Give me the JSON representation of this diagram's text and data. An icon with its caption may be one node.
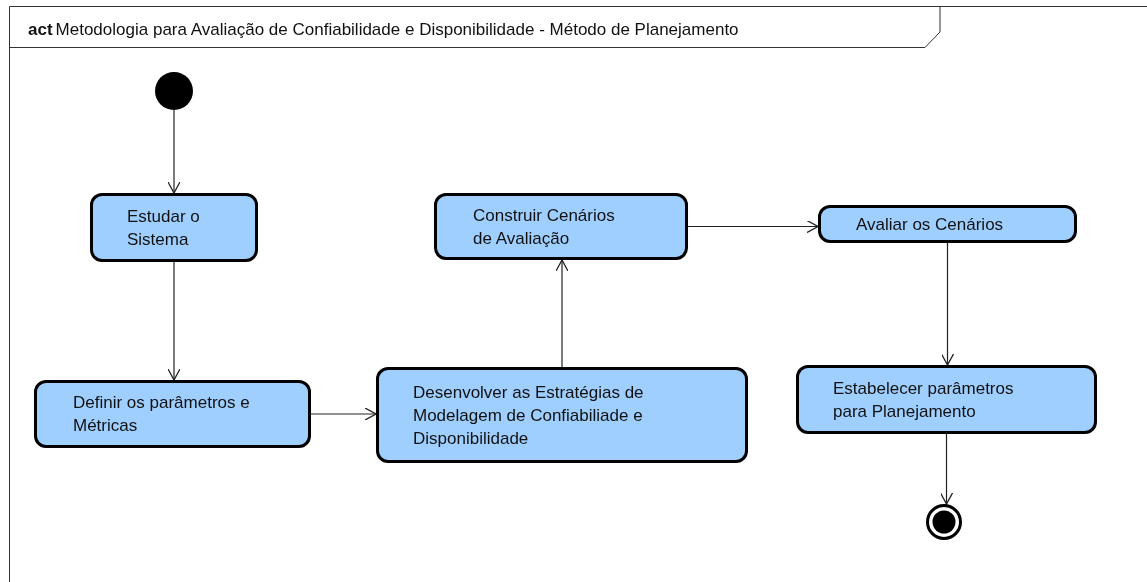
{
  "diagram": {
    "title": "**act**Metodologia para Avaliação de Confiabilidade e Disponibilidade - Método de Planejamento",
    "nodes": [
      {
        "text": [],
        "shape": "circle"
      },
      {
        "text": [
          "Estudar o Sistema"
        ]
      },
      {
        "text": [
          "Definir os parâmetros e Métricas"
        ]
      },
      {
        "text": [
          "Desenvolver as Estratégias de Modelagem de Confiabiliade e Disponibilidade"
        ]
      },
      {
        "text": [
          "Construir Cenários de Avaliação"
        ]
      },
      {
        "text": [
          "Avaliar os Cenários"
        ]
      },
      {
        "text": [
          "Estabelecer parâmetros para Planejamento"
        ]
      },
      {
        "text": [],
        "shape": "final-node"
      }
    ],
    "edges": [
      {
        "from": 0,
        "to": 1,
        "arrow": "to"
      },
      {
        "from": 1,
        "to": 2,
        "arrow": "to"
      },
      {
        "from": 2,
        "to": 3,
        "arrow": "to"
      },
      {
        "from": 3,
        "to": 4,
        "arrow": "to"
      },
      {
        "from": 4,
        "to": 5,
        "arrow": "to"
      },
      {
        "from": 5,
        "to": 6,
        "arrow": "to"
      },
      {
        "from": 6,
        "to": 7,
        "arrow": "to"
      }
    ]
  }
}
